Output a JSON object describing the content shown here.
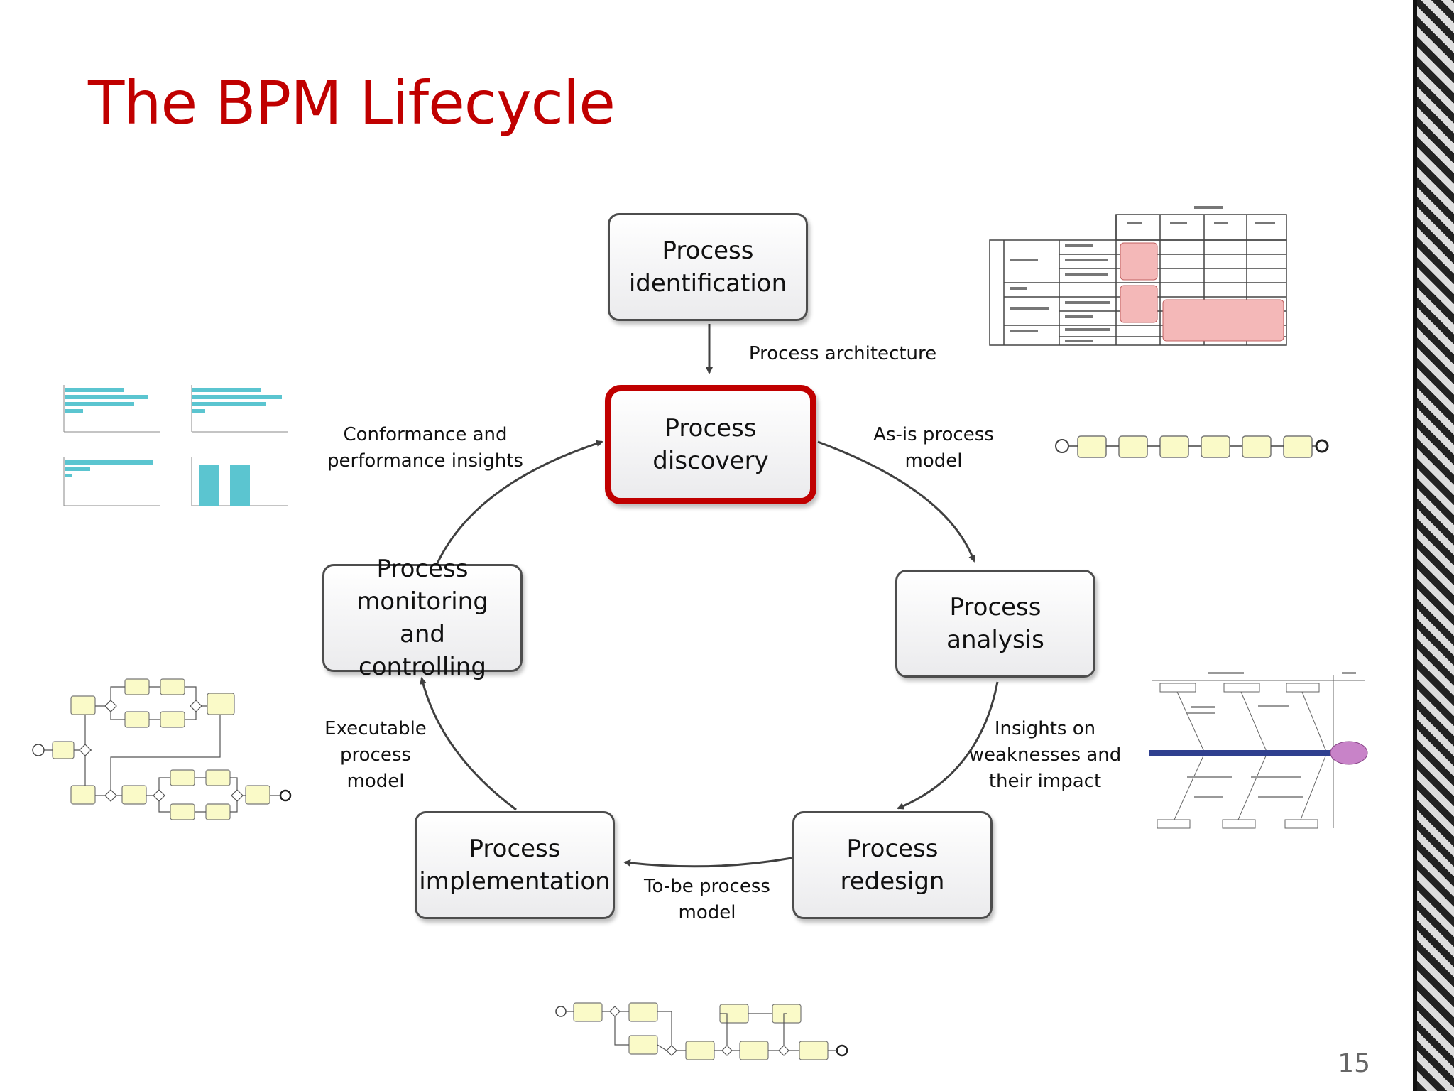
{
  "slide": {
    "title": "The BPM Lifecycle",
    "page_number": "15"
  },
  "nodes": {
    "identification": "Process\nidentification",
    "discovery": "Process\ndiscovery",
    "analysis": "Process\nanalysis",
    "redesign": "Process\nredesign",
    "implementation": "Process\nimplementation",
    "monitoring": "Process\nmonitoring and\ncontrolling"
  },
  "edge_labels": {
    "architecture": "Process architecture",
    "as_is": "As-is process\nmodel",
    "insights": "Insights on\nweaknesses and\ntheir impact",
    "to_be": "To-be process\nmodel",
    "executable": "Executable\nprocess\nmodel",
    "conformance": "Conformance and\nperformance insights"
  },
  "colors": {
    "accent": "#c00000",
    "node_border": "#4d4d4d",
    "arrow": "#404040",
    "chart_bar": "#5bc5d0",
    "task_fill": "#fafac8",
    "matrix_cell": "#f4b8b8"
  },
  "icons": {
    "arrow": "arrowhead-triangle",
    "thumbnail": "miniature-diagram"
  }
}
